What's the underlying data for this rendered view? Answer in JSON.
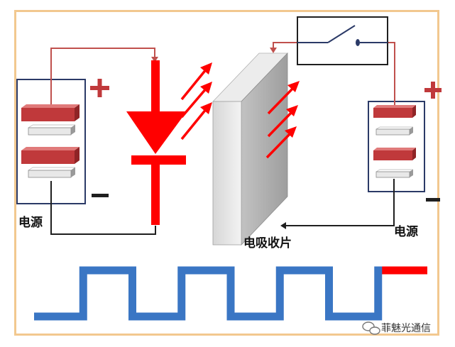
{
  "labels": {
    "left_source": "电源",
    "right_source": "电源",
    "absorber": "电吸收片",
    "watermark": "菲魅光通信"
  },
  "signs": {
    "plus": "+",
    "minus": "−"
  },
  "colors": {
    "battery_red": "#c0393b",
    "led_red": "#ff0000",
    "wire_red": "#c0504d",
    "wire_dark": "#1f1f1f",
    "box_border": "#2b3a67",
    "signal_blue": "#3a76c4",
    "signal_highlight": "#ff0000",
    "frame": "#f2c88f"
  },
  "signal": {
    "bits": [
      0,
      1,
      0,
      1,
      0,
      1,
      0,
      1
    ],
    "highlighted_high_index": 3
  }
}
